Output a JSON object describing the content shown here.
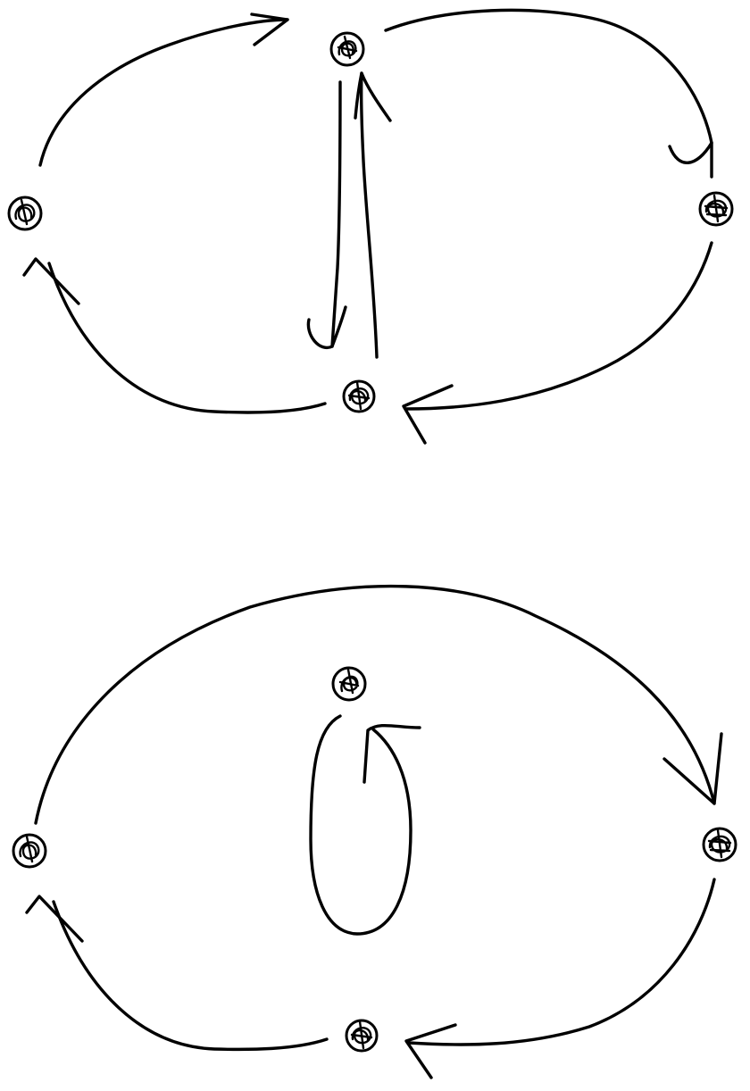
{
  "diagram": {
    "description_kind": "two hand-drawn directed graphs",
    "ink_color": "#000000",
    "background_color": "#ffffff",
    "graphs": [
      {
        "id": "top-graph",
        "nodes": [
          "top",
          "left",
          "right",
          "bottom"
        ],
        "edges": [
          {
            "from": "left",
            "to": "top"
          },
          {
            "from": "top",
            "to": "right"
          },
          {
            "from": "right",
            "to": "bottom"
          },
          {
            "from": "bottom",
            "to": "left"
          },
          {
            "from": "top",
            "to": "bottom"
          },
          {
            "from": "bottom",
            "to": "top"
          }
        ]
      },
      {
        "id": "bottom-graph",
        "nodes": [
          "top",
          "left",
          "right",
          "bottom"
        ],
        "edges": [
          {
            "from": "left",
            "to": "right"
          },
          {
            "from": "right",
            "to": "bottom"
          },
          {
            "from": "bottom",
            "to": "left"
          },
          {
            "from": "top",
            "to": "top",
            "kind": "self-loop"
          }
        ]
      }
    ]
  }
}
